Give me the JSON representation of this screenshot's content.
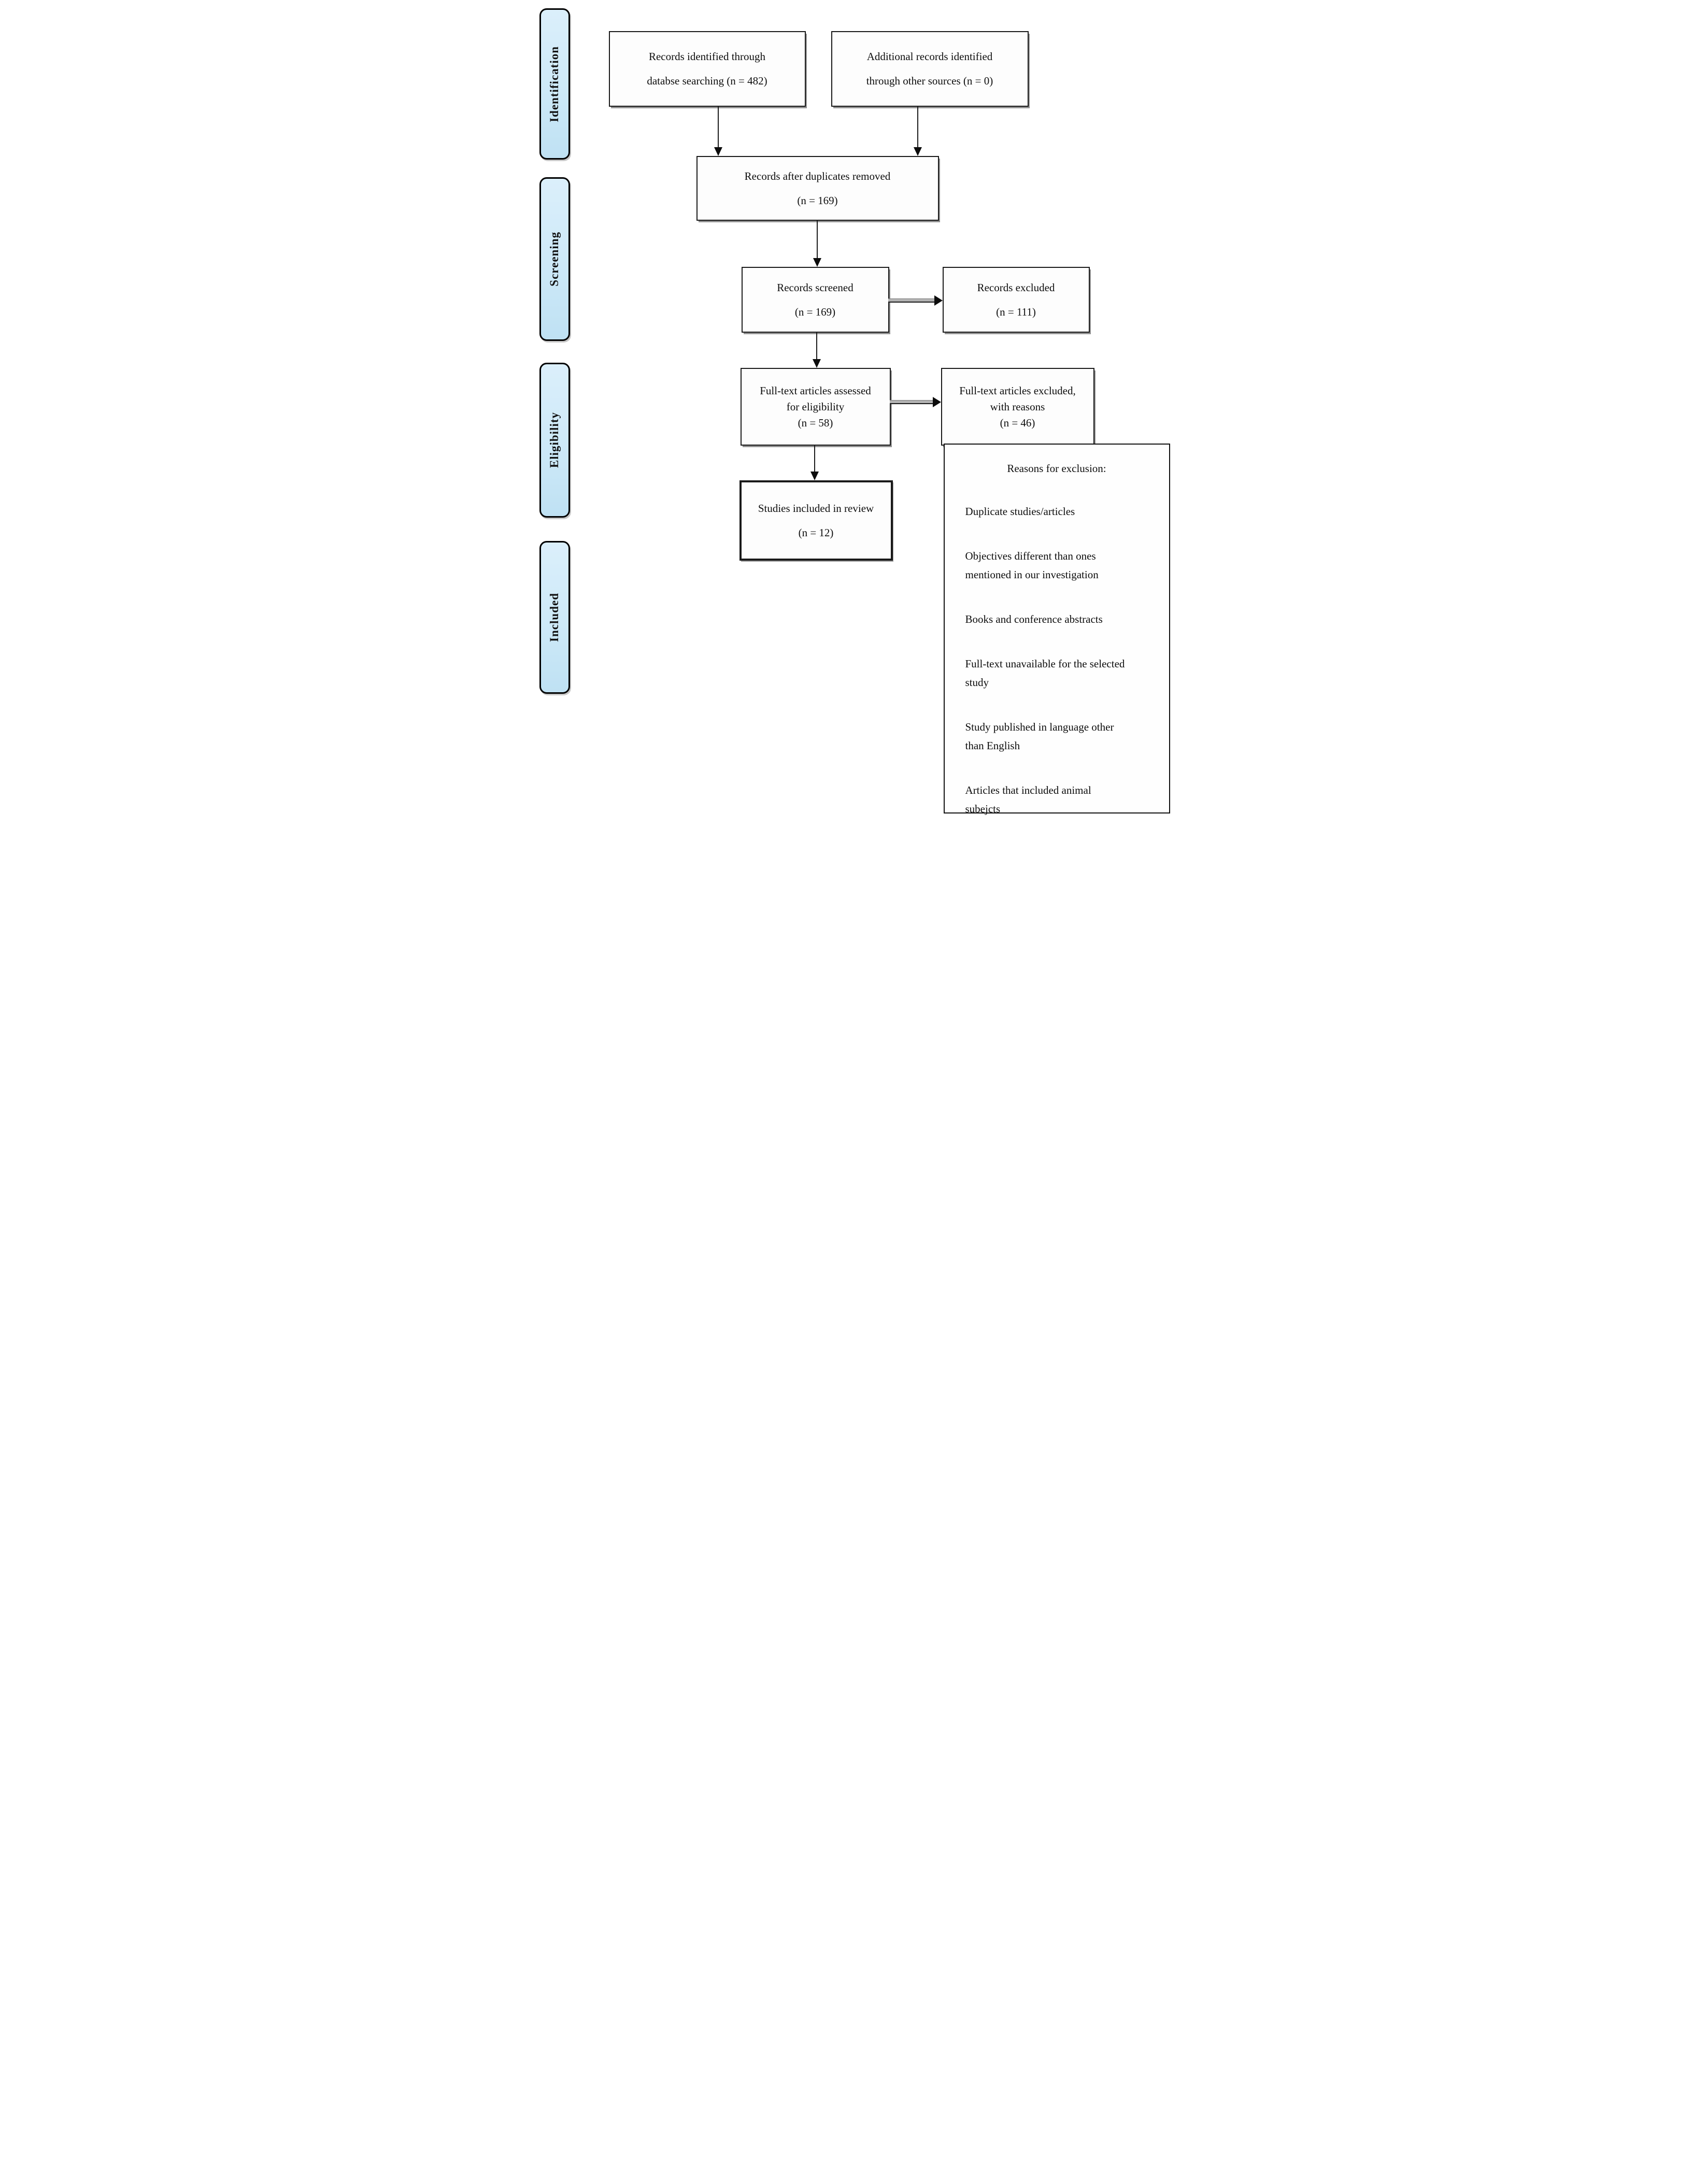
{
  "diagram": {
    "title": "PRISMA study selection flow diagram",
    "stages": [
      "Identification",
      "Screening",
      "Eligibility",
      "Included"
    ],
    "boxes": {
      "identified": [
        "Records identified through",
        "databse searching (n = 482)"
      ],
      "additional": [
        "Additional records identified",
        "through other sources (n = 0)"
      ],
      "duplicates": [
        "Records after duplicates removed",
        "(n = 169)"
      ],
      "screened": [
        "Records screened",
        "(n = 169)"
      ],
      "records_excluded": [
        "Records excluded",
        "(n = 111)"
      ],
      "fulltext_assessed": [
        "Full-text articles assessed",
        "for eligibility",
        "(n = 58)"
      ],
      "fulltext_excluded": [
        "Full-text articles excluded,",
        "with reasons",
        "(n = 46)"
      ],
      "studies_included": [
        "Studies included in review",
        "(n = 12)"
      ]
    },
    "counts": {
      "identified": 482,
      "additional": 0,
      "after_duplicates": 169,
      "screened": 169,
      "records_excluded": 111,
      "fulltext_assessed": 58,
      "fulltext_excluded": 46,
      "studies_included": 12
    },
    "reasons": {
      "title": "Reasons for exclusion:",
      "items": [
        [
          "Duplicate studies/articles"
        ],
        [
          "Objectives different than ones",
          "mentioned in our investigation"
        ],
        [
          "Books and conference abstracts"
        ],
        [
          "Full-text unavailable for the selected",
          "study"
        ],
        [
          "Study published in language other",
          "than English"
        ],
        [
          "Articles that included animal",
          "subejcts"
        ]
      ]
    },
    "colors": {
      "stage_fill": "#cde9f8",
      "box_border": "#1a1a1a",
      "arrow_black": "#0c0c0c",
      "arrow_shaft_gray": "#b2b2b2",
      "shadow_gray": "#909090"
    }
  }
}
